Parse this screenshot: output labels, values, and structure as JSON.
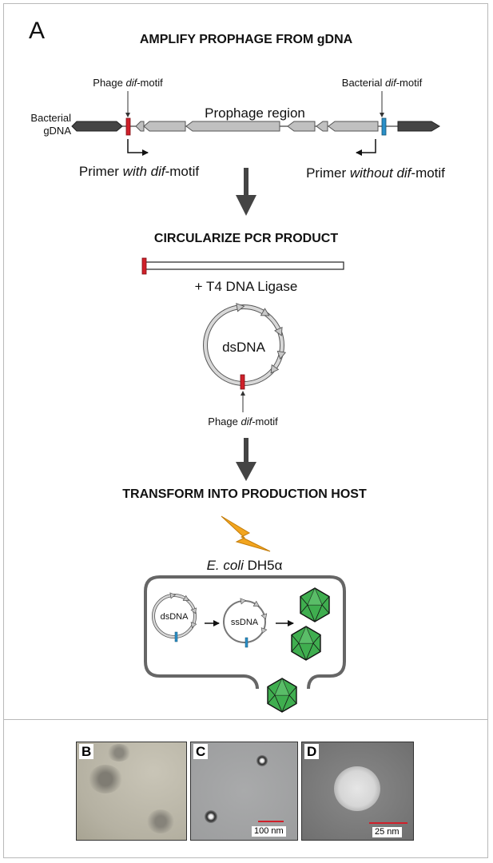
{
  "panel_a": {
    "label": "A",
    "step1_title": "AMPLIFY PROPHAGE FROM gDNA",
    "phage_dif_label_pre": "Phage ",
    "phage_dif_label_em": "dif",
    "phage_dif_label_post": "-motif",
    "bacterial_dif_label_pre": "Bacterial ",
    "bacterial_dif_label_em": "dif",
    "bacterial_dif_label_post": "-motif",
    "bacterial_gdna_line1": "Bacterial",
    "bacterial_gdna_line2": "gDNA",
    "prophage_region": "Prophage region",
    "primer_with_pre": "Primer ",
    "primer_with_em": "with dif",
    "primer_with_post": "-motif",
    "primer_without_pre": "Primer ",
    "primer_without_em": "without dif",
    "primer_without_post": "-motif",
    "step2_title": "CIRCULARIZE PCR PRODUCT",
    "ligase": "+ T4 DNA Ligase",
    "dsdna": "dsDNA",
    "phage_dif_bottom_pre": "Phage ",
    "phage_dif_bottom_em": "dif",
    "phage_dif_bottom_post": "-motif",
    "step3_title": "TRANSFORM INTO PRODUCTION HOST",
    "host_em": "E. coli",
    "host_post": " DH5α",
    "cell_dsdna": "dsDNA",
    "cell_ssdna": "ssDNA"
  },
  "panel_b": {
    "label": "B"
  },
  "panel_c": {
    "label": "C",
    "scale": "100 nm"
  },
  "panel_d": {
    "label": "D",
    "scale": "25 nm"
  },
  "colors": {
    "phage_dif": "#d0202a",
    "bacterial_dif": "#2a8fc8",
    "gene_gray": "#c0c0c0",
    "flank_dark": "#444444",
    "capsid_green": "#3fae4f",
    "lightning": "#f2a51f"
  }
}
